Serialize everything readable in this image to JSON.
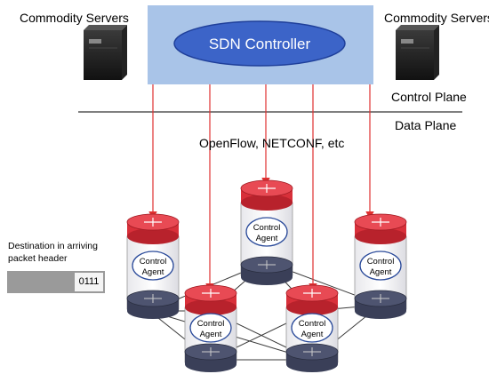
{
  "labels": {
    "commodity_left": "Commodity Servers",
    "commodity_right": "Commodity Servers",
    "controller": "SDN Controller",
    "control_plane": "Control Plane",
    "data_plane": "Data Plane",
    "protocols": "OpenFlow, NETCONF, etc",
    "destination": "Destination in arriving packet header",
    "packet_value": "0111"
  },
  "agent_label_line1": "Control",
  "agent_label_line2": "Agent",
  "colors": {
    "controller_box": "#a9c4e8",
    "controller_ellipse": "#3c64c8",
    "arrow": "#e03030",
    "router_top": "#d8303a",
    "router_bottom": "#3a3f58"
  }
}
